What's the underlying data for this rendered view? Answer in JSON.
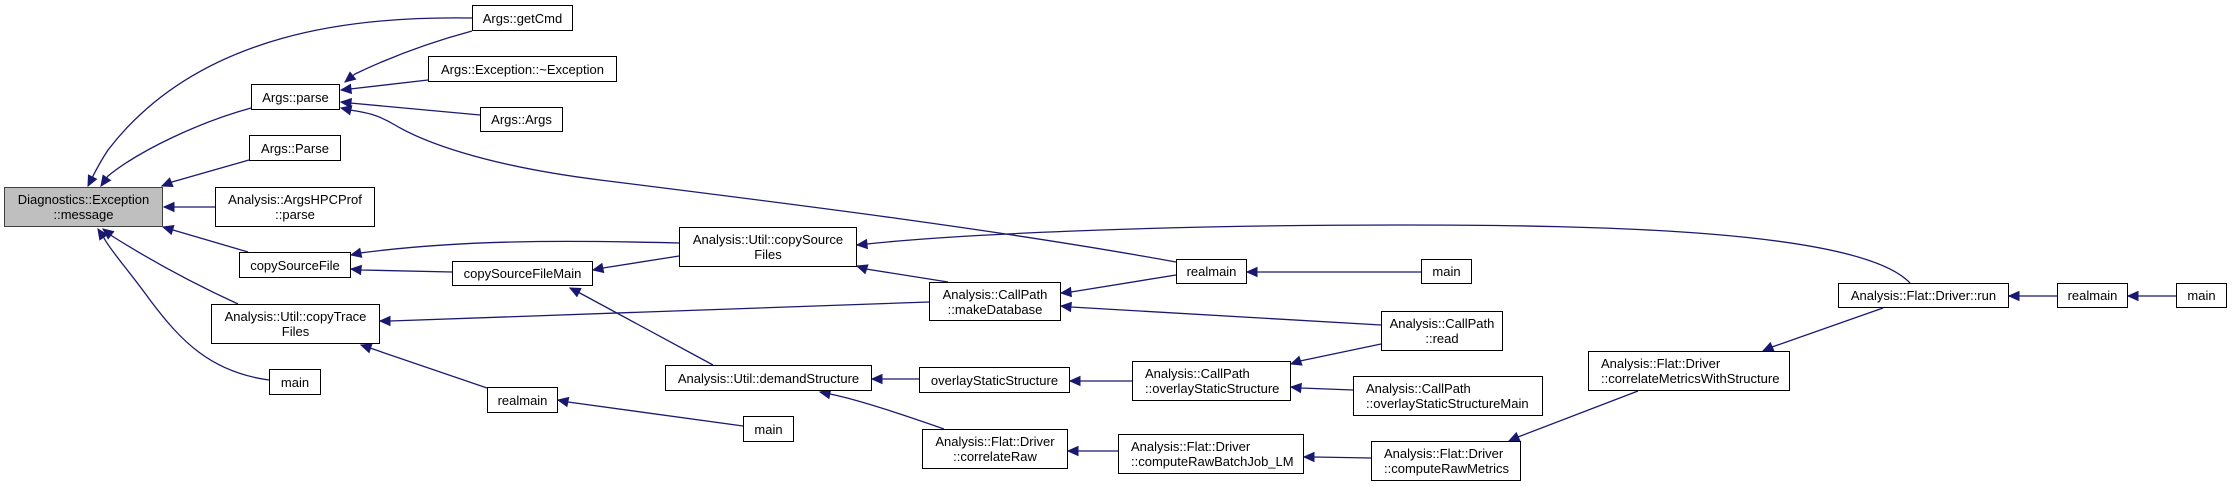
{
  "graph": {
    "type": "caller-graph",
    "colors": {
      "edge": "#191970",
      "current_node_fill": "#bfbfbf",
      "node_fill": "#ffffff",
      "node_border": "#000000"
    },
    "nodes": [
      {
        "id": "n_message",
        "lines": [
          "Diagnostics::Exception",
          "::message"
        ],
        "current": true
      },
      {
        "id": "n_getcmd",
        "lines": [
          "Args::getCmd"
        ]
      },
      {
        "id": "n_args_exc_dtor",
        "lines": [
          "Args::Exception::~Exception"
        ]
      },
      {
        "id": "n_args_parse",
        "lines": [
          "Args::parse"
        ]
      },
      {
        "id": "n_args_args",
        "lines": [
          "Args::Args"
        ]
      },
      {
        "id": "n_args_Parse",
        "lines": [
          "Args::Parse"
        ]
      },
      {
        "id": "n_argshpcprof_parse",
        "lines": [
          "Analysis::ArgsHPCProf",
          "::parse"
        ]
      },
      {
        "id": "n_copysourcefile",
        "lines": [
          "copySourceFile"
        ]
      },
      {
        "id": "n_copysourcefilemain",
        "lines": [
          "copySourceFileMain"
        ]
      },
      {
        "id": "n_copysourcefiles",
        "lines": [
          "Analysis::Util::copySource",
          "Files"
        ]
      },
      {
        "id": "n_copytracefiles",
        "lines": [
          "Analysis::Util::copyTrace",
          "Files"
        ]
      },
      {
        "id": "n_main_a",
        "lines": [
          "main"
        ]
      },
      {
        "id": "n_realmain_a",
        "lines": [
          "realmain"
        ]
      },
      {
        "id": "n_main_b",
        "lines": [
          "main"
        ]
      },
      {
        "id": "n_makedatabase",
        "lines": [
          "Analysis::CallPath",
          "::makeDatabase"
        ]
      },
      {
        "id": "n_realmain_b",
        "lines": [
          "realmain"
        ]
      },
      {
        "id": "n_main_c",
        "lines": [
          "main"
        ]
      },
      {
        "id": "n_callpath_read",
        "lines": [
          "Analysis::CallPath",
          "::read"
        ]
      },
      {
        "id": "n_demandstructure",
        "lines": [
          "Analysis::Util::demandStructure"
        ]
      },
      {
        "id": "n_overlaystaticstructure",
        "lines": [
          "overlayStaticStructure"
        ]
      },
      {
        "id": "n_cp_overlaystaticstructure",
        "lines": [
          "Analysis::CallPath",
          "::overlayStaticStructure"
        ]
      },
      {
        "id": "n_cp_overlaystaticstructuremain",
        "lines": [
          "Analysis::CallPath",
          "::overlayStaticStructureMain"
        ]
      },
      {
        "id": "n_correlateraw",
        "lines": [
          "Analysis::Flat::Driver",
          "::correlateRaw"
        ]
      },
      {
        "id": "n_computerawbatchjob",
        "lines": [
          "Analysis::Flat::Driver",
          "::computeRawBatchJob_LM"
        ]
      },
      {
        "id": "n_computerawmetrics",
        "lines": [
          "Analysis::Flat::Driver",
          "::computeRawMetrics"
        ]
      },
      {
        "id": "n_correlatemetrics",
        "lines": [
          "Analysis::Flat::Driver",
          "::correlateMetricsWithStructure"
        ]
      },
      {
        "id": "n_flat_run",
        "lines": [
          "Analysis::Flat::Driver::run"
        ]
      },
      {
        "id": "n_realmain_c",
        "lines": [
          "realmain"
        ]
      },
      {
        "id": "n_main_d",
        "lines": [
          "main"
        ]
      }
    ],
    "edges": [
      {
        "callee": "n_message",
        "caller": "n_getcmd"
      },
      {
        "callee": "n_message",
        "caller": "n_args_parse"
      },
      {
        "callee": "n_message",
        "caller": "n_args_Parse"
      },
      {
        "callee": "n_message",
        "caller": "n_argshpcprof_parse"
      },
      {
        "callee": "n_message",
        "caller": "n_copysourcefile"
      },
      {
        "callee": "n_message",
        "caller": "n_copytracefiles"
      },
      {
        "callee": "n_message",
        "caller": "n_main_a"
      },
      {
        "callee": "n_args_parse",
        "caller": "n_getcmd"
      },
      {
        "callee": "n_args_parse",
        "caller": "n_args_exc_dtor"
      },
      {
        "callee": "n_args_parse",
        "caller": "n_args_args"
      },
      {
        "callee": "n_args_parse",
        "caller": "n_realmain_b"
      },
      {
        "callee": "n_copysourcefile",
        "caller": "n_copysourcefiles"
      },
      {
        "callee": "n_copysourcefile",
        "caller": "n_copysourcefilemain"
      },
      {
        "callee": "n_copysourcefilemain",
        "caller": "n_copysourcefiles"
      },
      {
        "callee": "n_copysourcefilemain",
        "caller": "n_demandstructure"
      },
      {
        "callee": "n_copysourcefiles",
        "caller": "n_makedatabase"
      },
      {
        "callee": "n_copysourcefiles",
        "caller": "n_flat_run"
      },
      {
        "callee": "n_copytracefiles",
        "caller": "n_makedatabase"
      },
      {
        "callee": "n_copytracefiles",
        "caller": "n_realmain_a"
      },
      {
        "callee": "n_realmain_a",
        "caller": "n_main_b"
      },
      {
        "callee": "n_makedatabase",
        "caller": "n_realmain_b"
      },
      {
        "callee": "n_makedatabase",
        "caller": "n_callpath_read"
      },
      {
        "callee": "n_realmain_b",
        "caller": "n_main_c"
      },
      {
        "callee": "n_demandstructure",
        "caller": "n_overlaystaticstructure"
      },
      {
        "callee": "n_demandstructure",
        "caller": "n_correlateraw"
      },
      {
        "callee": "n_overlaystaticstructure",
        "caller": "n_cp_overlaystaticstructure"
      },
      {
        "callee": "n_cp_overlaystaticstructure",
        "caller": "n_callpath_read"
      },
      {
        "callee": "n_cp_overlaystaticstructure",
        "caller": "n_cp_overlaystaticstructuremain"
      },
      {
        "callee": "n_correlateraw",
        "caller": "n_computerawbatchjob"
      },
      {
        "callee": "n_computerawbatchjob",
        "caller": "n_computerawmetrics"
      },
      {
        "callee": "n_computerawmetrics",
        "caller": "n_correlatemetrics"
      },
      {
        "callee": "n_correlatemetrics",
        "caller": "n_flat_run"
      },
      {
        "callee": "n_flat_run",
        "caller": "n_realmain_c"
      },
      {
        "callee": "n_realmain_c",
        "caller": "n_main_d"
      }
    ]
  }
}
